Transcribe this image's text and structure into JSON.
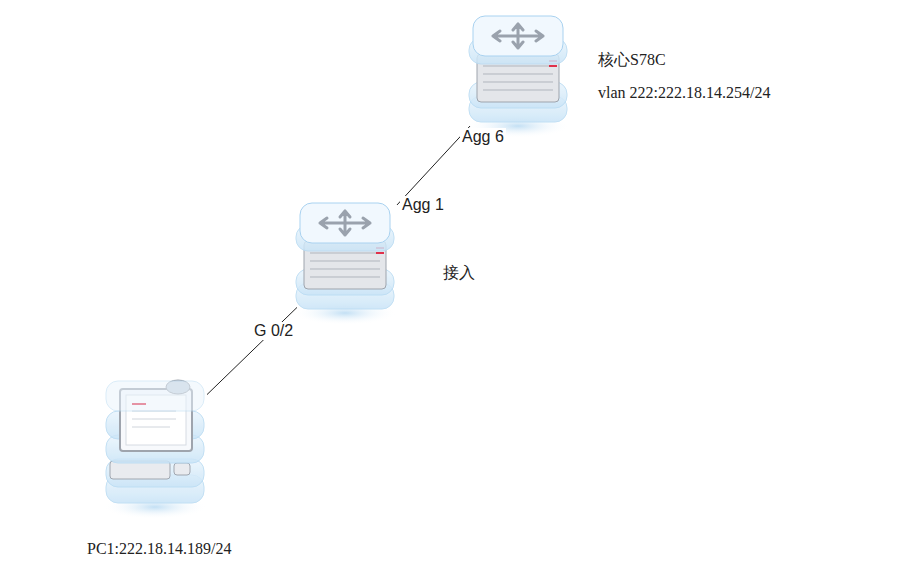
{
  "diagram": {
    "nodes": [
      {
        "text": [
          "核心S78C",
          "vlan 222:222.18.14.254/24"
        ]
      },
      {
        "text": [
          "接入"
        ]
      },
      {
        "text": [
          "PC1:222.18.14.189/24"
        ]
      }
    ],
    "edges": [
      {
        "from": 0,
        "to": 1,
        "arrow": "none"
      },
      {
        "from": 1,
        "to": 2,
        "label": "G 0/2",
        "arrow": "none"
      }
    ],
    "labels": [
      "Agg 6",
      "Agg 1"
    ]
  }
}
